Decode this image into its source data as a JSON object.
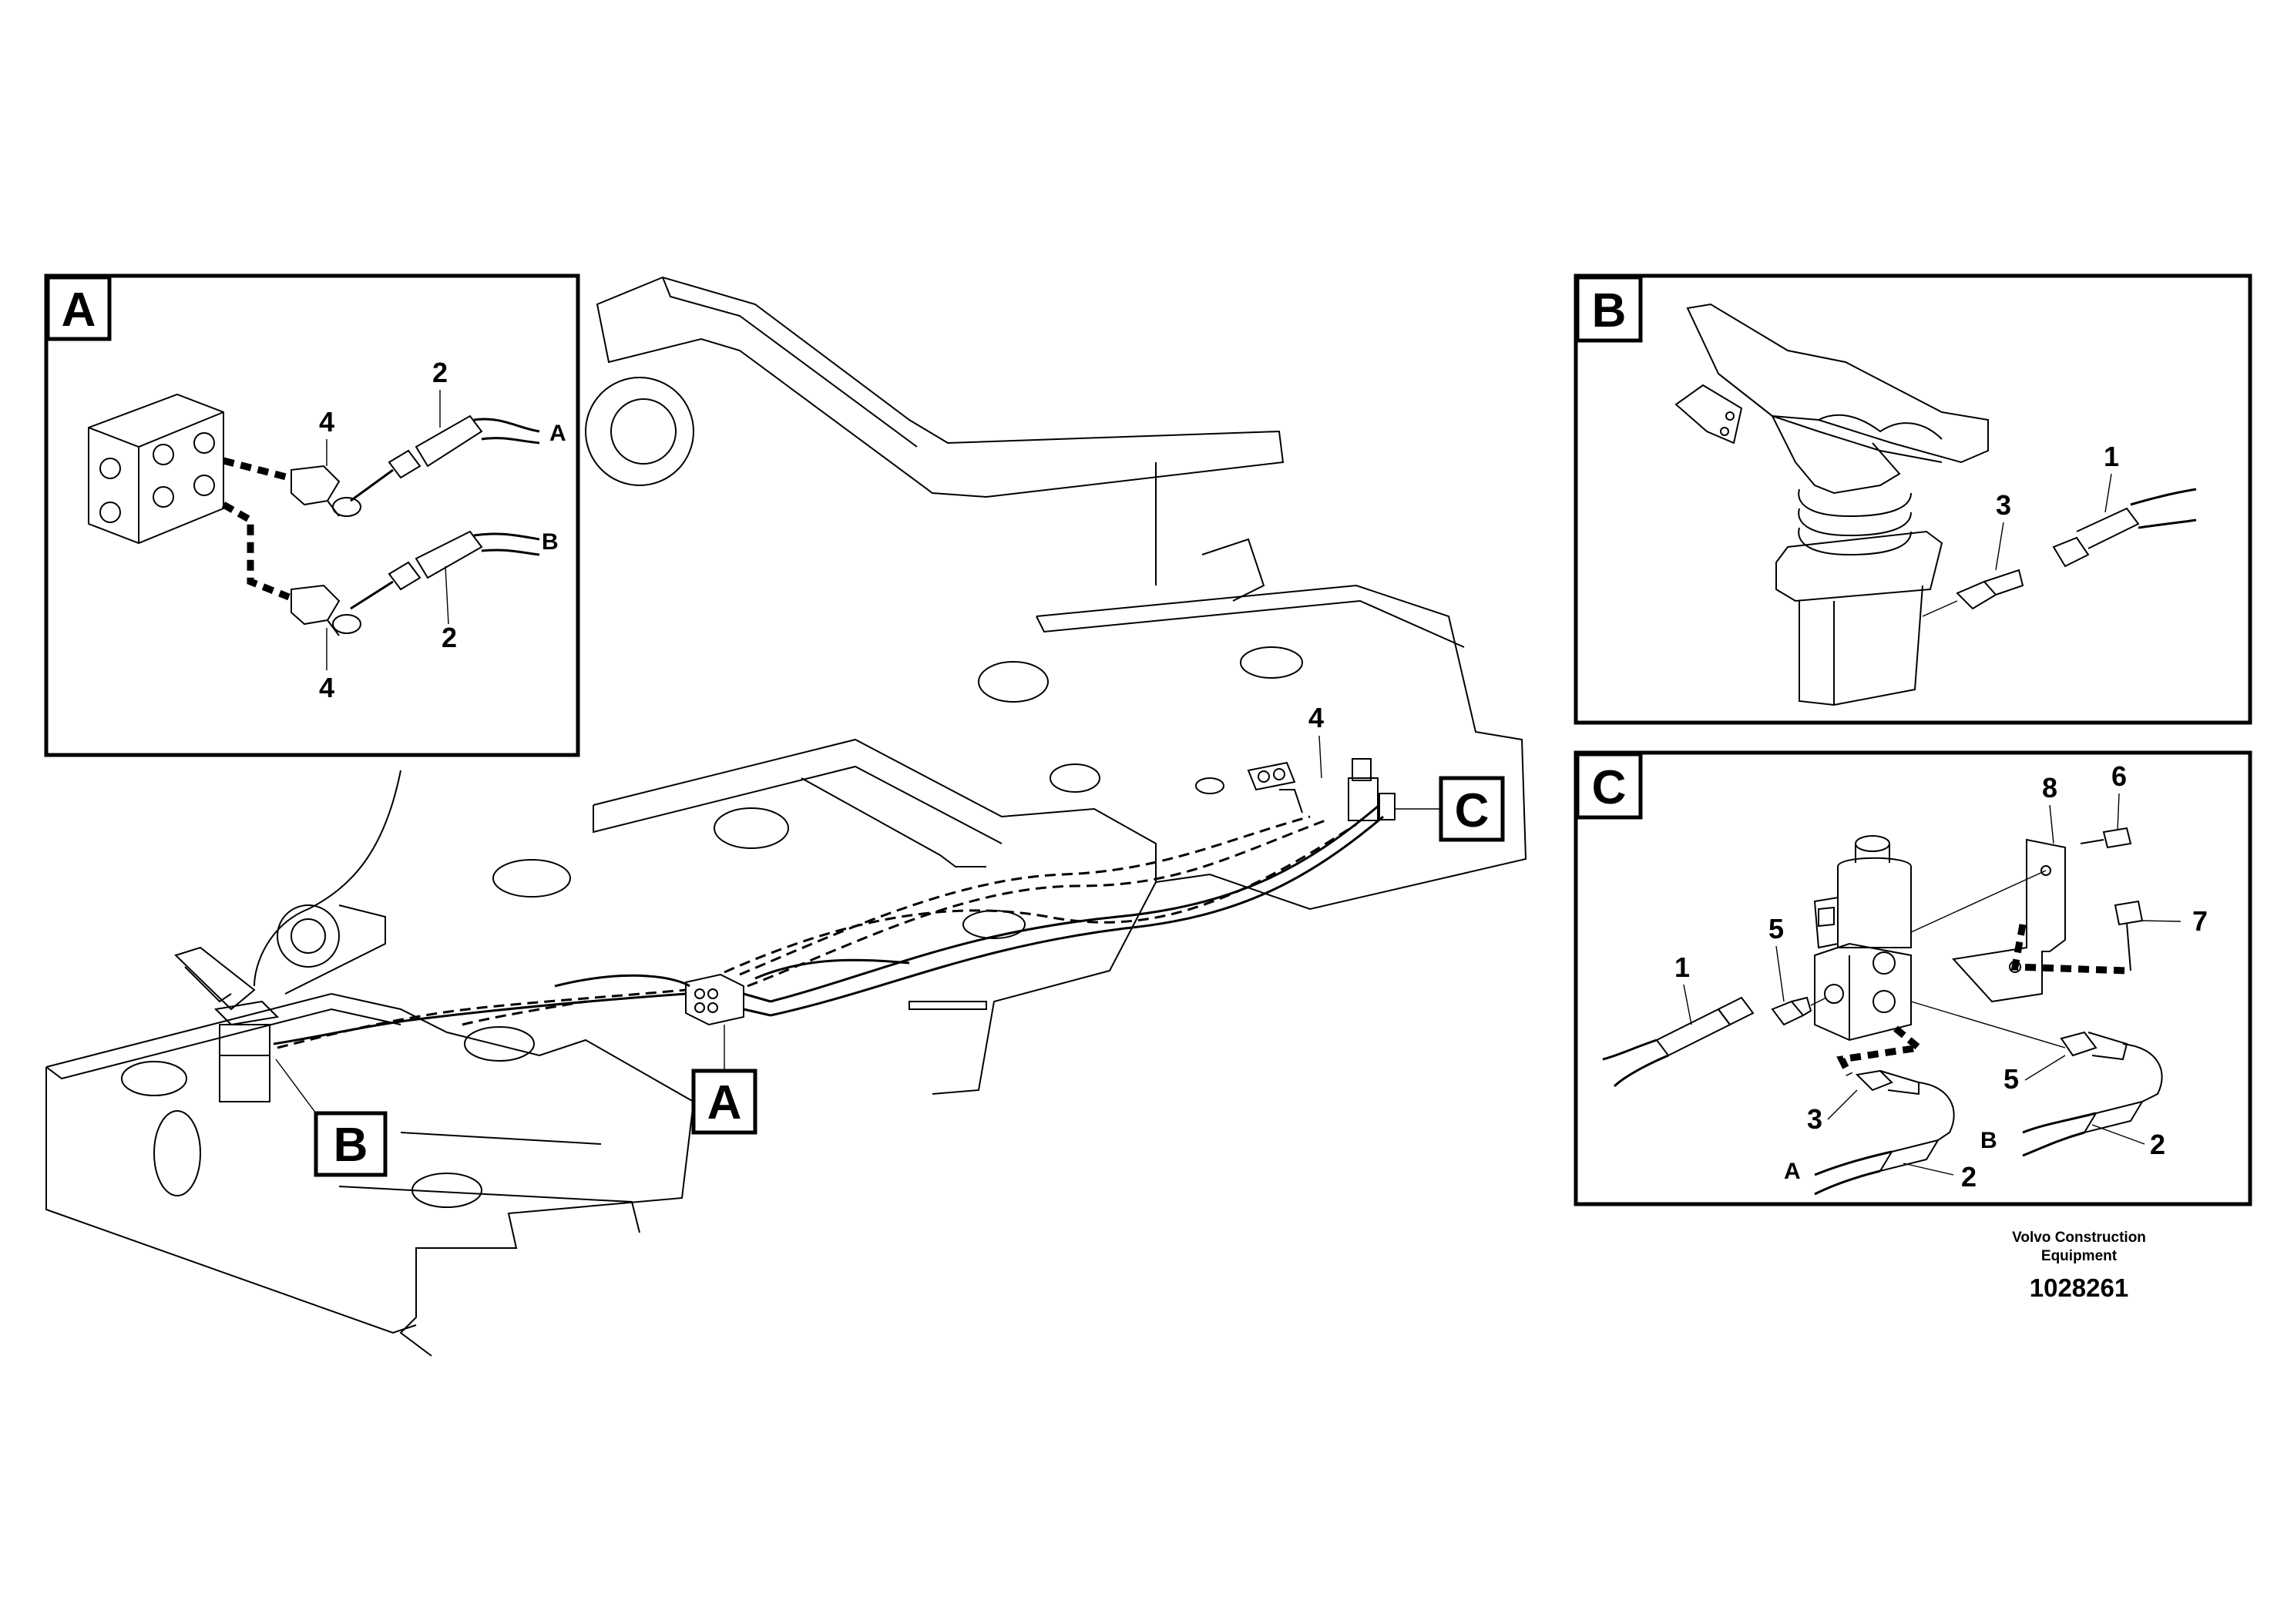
{
  "main_view": {
    "refs": {
      "A": "A",
      "B": "B",
      "C": "C"
    },
    "callout_4": "4"
  },
  "detail_A": {
    "tag": "A",
    "callouts": {
      "c4_top": "4",
      "c2_top": "2",
      "c2_bottom": "2",
      "c4_bottom": "4"
    },
    "ports": {
      "A": "A",
      "B": "B"
    }
  },
  "detail_B": {
    "tag": "B",
    "callouts": {
      "c1": "1",
      "c3": "3"
    }
  },
  "detail_C": {
    "tag": "C",
    "callouts": {
      "c8": "8",
      "c6": "6",
      "c7": "7",
      "c5_left": "5",
      "c1": "1",
      "c5_right": "5",
      "c3": "3",
      "c2_mid": "2",
      "c2_right": "2"
    },
    "ports": {
      "A": "A",
      "B": "B"
    }
  },
  "footer": {
    "brand_line1": "Volvo Construction",
    "brand_line2": "Equipment",
    "doc_number": "1028261"
  }
}
